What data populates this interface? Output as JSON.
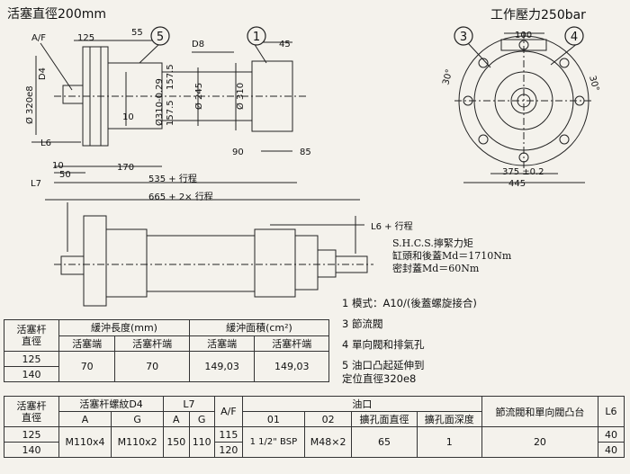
{
  "header": {
    "left_title": "活塞直徑200mm",
    "right_title": "工作壓力250bar"
  },
  "drawing_top": {
    "dims": [
      "A/F",
      "125",
      "55",
      "D8",
      "45",
      "D4",
      "Ø 320e8",
      "10",
      "Ø310-0.29",
      "157.5",
      "157.5",
      "Ø 245",
      "Ø 310",
      "L6",
      "90",
      "85",
      "10",
      "170",
      "50",
      "L7",
      "535 + 行程",
      "665 + 2× 行程"
    ],
    "callouts": [
      "5",
      "1",
      "3",
      "4"
    ]
  },
  "drawing_right": {
    "dims": [
      "100",
      "30°",
      "30°",
      "375 ±0.2",
      "445"
    ]
  },
  "drawing_bottom": {
    "dims": [
      "L6 + 行程"
    ]
  },
  "notes": {
    "line1": "S.H.C.S.擰緊力矩",
    "line2": "缸頭和後蓋Md＝1710Nm",
    "line3": "密封蓋Md＝60Nm"
  },
  "items": {
    "i1": "1  模式：A10/(後蓋螺旋接合)",
    "i3": "3  節流閥",
    "i4": "4  單向閥和排氣孔",
    "i5a": "5  油口凸起延伸到",
    "i5b": "    定位直徑320e8"
  },
  "table1": {
    "h_rod": "活塞杆",
    "h_dia": "直徑",
    "h_len": "緩沖長度(mm)",
    "h_area": "緩沖面積(cm²)",
    "h_head": "活塞端",
    "h_rodend": "活塞杆端",
    "h_head2": "活塞端",
    "h_rodend2": "活塞杆端",
    "rows": [
      "125",
      "140"
    ],
    "len_head": "70",
    "len_rod": "70",
    "area_head": "149,03",
    "area_rod": "149,03"
  },
  "table2": {
    "h_rod": "活塞杆",
    "h_dia": "直徑",
    "h_thread": "活塞杆螺紋D4",
    "h_l7": "L7",
    "h_af": "A/F",
    "h_port": "油口",
    "h_a": "A",
    "h_g": "G",
    "h_a2": "A",
    "h_g2": "G",
    "h_01": "01",
    "h_02": "02",
    "h_bore": "擴孔面直徑",
    "h_depth": "擴孔面深度",
    "h_boss": "節流閥和單向閥凸台",
    "h_l6": "L6",
    "rows": [
      "125",
      "140"
    ],
    "thread_a": "M110x4",
    "thread_g": "M110x2",
    "l7_a": "150",
    "l7_g": "110",
    "af": [
      "115",
      "120"
    ],
    "p01": "1 1/2\" BSP",
    "p02": "M48×2",
    "bore": "65",
    "depth": "1",
    "boss": "20",
    "l6": [
      "40",
      "40"
    ]
  }
}
